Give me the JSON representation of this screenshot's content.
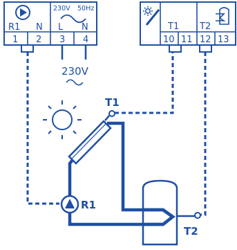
{
  "left_box": {
    "header_left": "R1",
    "header_n": "N",
    "header_l": "L",
    "header_n2": "N",
    "voltage_label": "230V",
    "freq_label": "50Hz",
    "terminals": [
      "1",
      "2",
      "3",
      "4"
    ]
  },
  "mains_label": "230V",
  "right_box": {
    "t1_label": "T1",
    "t2_label": "T2",
    "terminals": [
      "10",
      "11",
      "12",
      "13"
    ]
  },
  "collector_sensor_label": "T1",
  "pump_label": "R1",
  "tank_sensor_label": "T2",
  "colors": {
    "line": "#1e4fa3",
    "background": "#ffffff"
  }
}
